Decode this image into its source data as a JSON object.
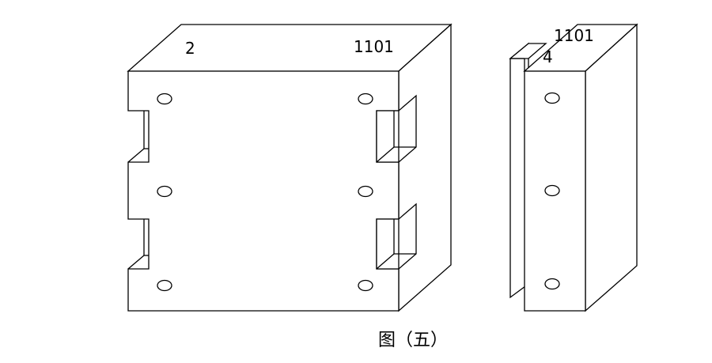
{
  "figure": {
    "left_block": {
      "number_label": "2",
      "code_label": "1101"
    },
    "right_block": {
      "code_label": "1101",
      "number_label": "4"
    },
    "caption": "图（五）"
  }
}
